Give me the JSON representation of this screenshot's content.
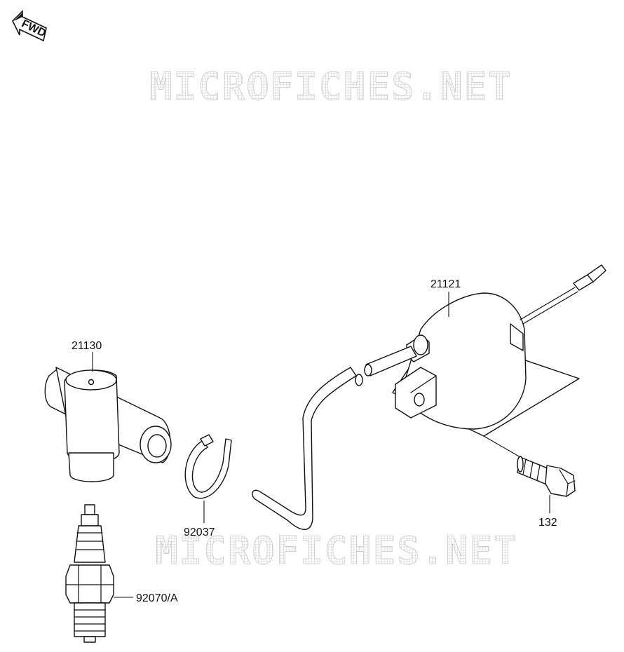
{
  "diagram": {
    "fwd_badge": "FWD",
    "watermark": "MICROFICHES.NET",
    "parts": [
      {
        "id": "21121",
        "label": "21121"
      },
      {
        "id": "21130",
        "label": "21130"
      },
      {
        "id": "92037",
        "label": "92037"
      },
      {
        "id": "132",
        "label": "132"
      },
      {
        "id": "92070A",
        "label": "92070/A"
      }
    ]
  }
}
